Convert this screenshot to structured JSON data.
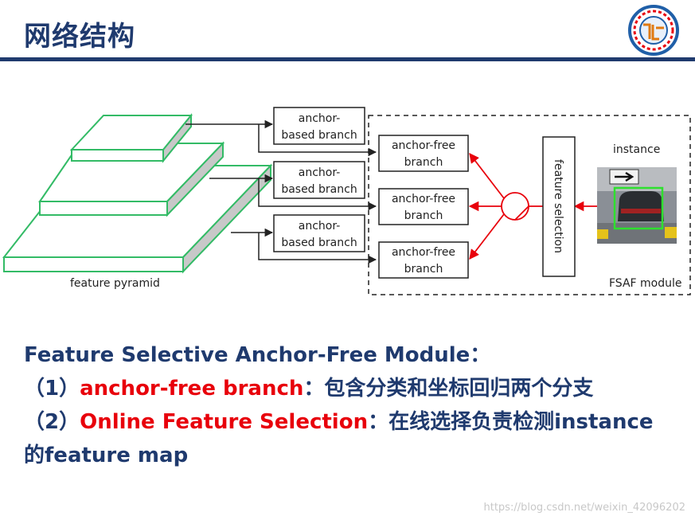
{
  "header": {
    "title": "网络结构",
    "accent_color": "#1f3a6e"
  },
  "diagram": {
    "pyramid_label": "feature pyramid",
    "anchor_based_branches": [
      {
        "line1": "anchor-",
        "line2": "based branch"
      },
      {
        "line1": "anchor-",
        "line2": "based branch"
      },
      {
        "line1": "anchor-",
        "line2": "based branch"
      }
    ],
    "anchor_free_branches": [
      {
        "line1": "anchor-free",
        "line2": "branch"
      },
      {
        "line1": "anchor-free",
        "line2": "branch"
      },
      {
        "line1": "anchor-free",
        "line2": "branch"
      }
    ],
    "feature_selection_label": "feature selection",
    "instance_label": "instance",
    "module_label": "FSAF module",
    "colors": {
      "pyramid_edge": "#33bb66",
      "red_arrow": "#e8000b",
      "box_border": "#222222"
    }
  },
  "caption": {
    "line1": "Feature Selective Anchor-Free Module：",
    "line2_prefix": "（1）",
    "line2_highlight": "anchor-free branch",
    "line2_rest": "：包含分类和坐标回归两个分支",
    "line3_prefix": "（2）",
    "line3_highlight": "Online Feature Selection",
    "line3_rest": "：在线选择负责检测instance",
    "line4": "的feature map",
    "highlight_color": "#e8000b"
  },
  "watermark": "https://blog.csdn.net/weixin_42096202"
}
